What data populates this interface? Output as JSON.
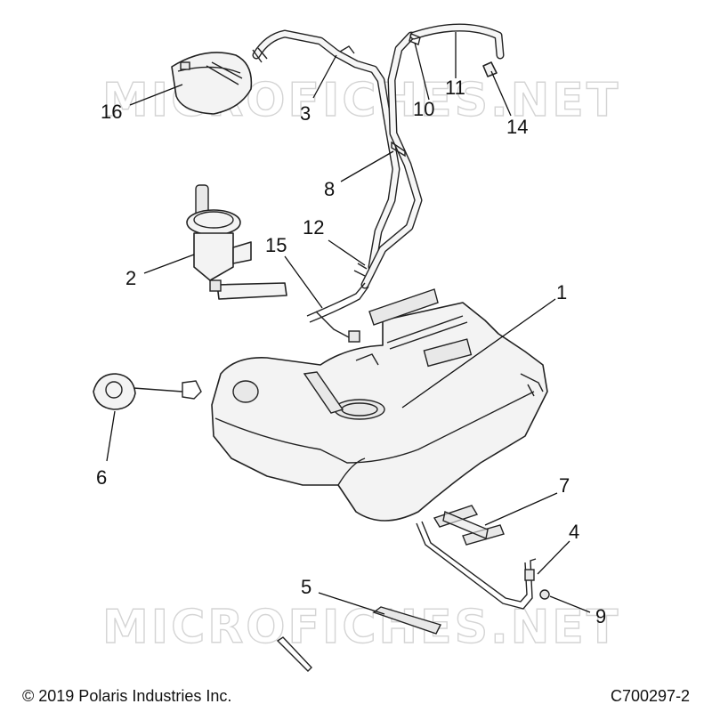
{
  "watermark": "MICROFICHES.NET",
  "copyright": "© 2019 Polaris Industries Inc.",
  "drawing_code": "C700297-2",
  "callouts": [
    {
      "id": "1",
      "label": "1"
    },
    {
      "id": "2",
      "label": "2"
    },
    {
      "id": "3",
      "label": "3"
    },
    {
      "id": "4",
      "label": "4"
    },
    {
      "id": "5",
      "label": "5"
    },
    {
      "id": "6",
      "label": "6"
    },
    {
      "id": "7",
      "label": "7"
    },
    {
      "id": "8",
      "label": "8"
    },
    {
      "id": "9",
      "label": "9"
    },
    {
      "id": "10",
      "label": "10"
    },
    {
      "id": "11",
      "label": "11"
    },
    {
      "id": "12",
      "label": "12"
    },
    {
      "id": "14",
      "label": "14"
    },
    {
      "id": "15",
      "label": "15"
    },
    {
      "id": "16",
      "label": "16"
    }
  ]
}
